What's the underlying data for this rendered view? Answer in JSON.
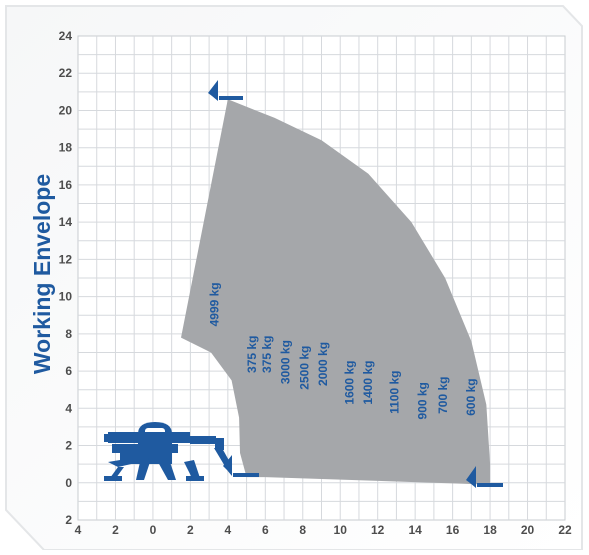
{
  "chart_data": {
    "type": "area",
    "title": "Working Envelope",
    "x_ticks": [
      "4",
      "2",
      "0",
      "2",
      "4",
      "6",
      "8",
      "10",
      "12",
      "14",
      "16",
      "18",
      "20",
      "22"
    ],
    "x_tick_values": [
      -4,
      -2,
      0,
      2,
      4,
      6,
      8,
      10,
      12,
      14,
      16,
      18,
      20,
      22
    ],
    "y_ticks": [
      "2",
      "0",
      "2",
      "4",
      "6",
      "8",
      "10",
      "12",
      "14",
      "16",
      "18",
      "20",
      "22",
      "24"
    ],
    "y_tick_values": [
      -2,
      0,
      2,
      4,
      6,
      8,
      10,
      12,
      14,
      16,
      18,
      20,
      22,
      24
    ],
    "xlim": [
      -4,
      22
    ],
    "ylim": [
      -2,
      24
    ],
    "grid": true,
    "envelope_outline": [
      {
        "x": 4.0,
        "y": 20.6
      },
      {
        "x": 6.5,
        "y": 19.6
      },
      {
        "x": 9.0,
        "y": 18.4
      },
      {
        "x": 11.5,
        "y": 16.6
      },
      {
        "x": 13.8,
        "y": 14.0
      },
      {
        "x": 15.6,
        "y": 11.0
      },
      {
        "x": 17.0,
        "y": 7.6
      },
      {
        "x": 17.8,
        "y": 4.2
      },
      {
        "x": 18.0,
        "y": 1.0
      },
      {
        "x": 18.0,
        "y": -0.1
      },
      {
        "x": 6.0,
        "y": 0.3
      },
      {
        "x": 5.0,
        "y": 0.3
      },
      {
        "x": 4.65,
        "y": 1.6
      },
      {
        "x": 4.6,
        "y": 3.5
      },
      {
        "x": 4.2,
        "y": 5.5
      },
      {
        "x": 3.1,
        "y": 7.0
      },
      {
        "x": 1.5,
        "y": 7.8
      },
      {
        "x": 4.0,
        "y": 20.6
      }
    ],
    "load_labels": [
      {
        "text": "4999 kg",
        "x": 3.5,
        "y": 8.4
      },
      {
        "text": "375 kg",
        "x": 5.5,
        "y": 5.9
      },
      {
        "text": "375 kg",
        "x": 6.3,
        "y": 5.9
      },
      {
        "text": "3000 kg",
        "x": 7.3,
        "y": 5.3
      },
      {
        "text": "2500 kg",
        "x": 8.3,
        "y": 5.0
      },
      {
        "text": "2000 kg",
        "x": 9.3,
        "y": 5.2
      },
      {
        "text": "1600 kg",
        "x": 10.7,
        "y": 4.2
      },
      {
        "text": "1400 kg",
        "x": 11.7,
        "y": 4.2
      },
      {
        "text": "1100 kg",
        "x": 13.1,
        "y": 3.7
      },
      {
        "text": "900 kg",
        "x": 14.6,
        "y": 3.4
      },
      {
        "text": "700 kg",
        "x": 15.7,
        "y": 3.7
      },
      {
        "text": "600 kg",
        "x": 17.2,
        "y": 3.6
      }
    ]
  },
  "colors": {
    "envelope_fill": "#a5a7aa",
    "machine": "#1f5aa0",
    "label": "#1f5aa0",
    "tick": "#4d4d4d",
    "grid": "#d6d9dd"
  }
}
